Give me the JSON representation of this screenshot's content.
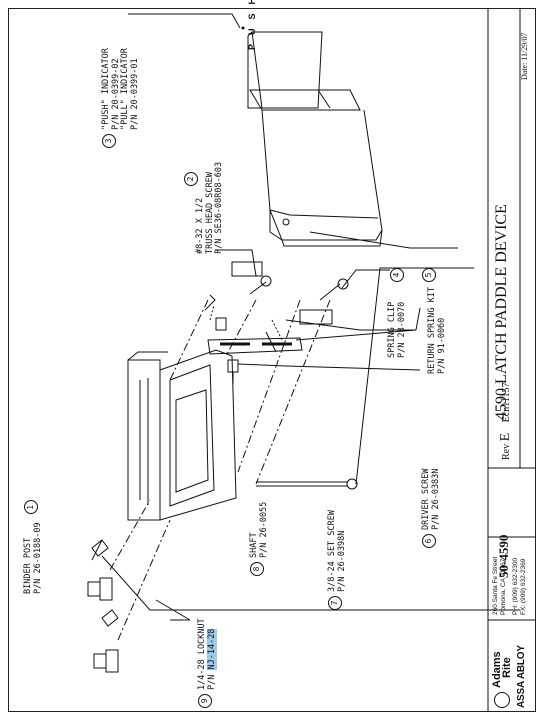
{
  "title_block": {
    "title": "4590 LATCH PADDLE DEVICE",
    "part_number": "50-4590",
    "rev_label": "Rev",
    "rev": "E",
    "ecn": "Ecn11157",
    "date": "Date: 11/29/07",
    "company_name_1": "Adams",
    "company_name_2": "Rite",
    "parent_brand": "ASSA ABLOY",
    "address_line1": "260 Santa Fe Street",
    "address_line2": "Pomona, CA 91767",
    "phone": "PH: (909) 632-2300",
    "fax": "FX: (909) 632-2369"
  },
  "callouts": {
    "c1": {
      "num": "1",
      "line1": "BINDER POST",
      "line2": "P/N 26-0188-09"
    },
    "c2": {
      "num": "2",
      "line1": "#8-32 X 1/2",
      "line2": "TRUSS HEAD SCREW",
      "line3": "P/N SE36-08R08-603"
    },
    "c3": {
      "num": "3",
      "line1": "\"PUSH\" INDICATOR",
      "line2": "P/N 20-0399-02",
      "line3": "\"PULL\" INDICATOR",
      "line4": "P/N 20-0399-01"
    },
    "c4": {
      "num": "4",
      "line1": "SPRING CLIP",
      "line2": "P/N 28-0070"
    },
    "c5": {
      "num": "5",
      "line1": "RETURN SPRING KIT",
      "line2": "P/N 91-0060"
    },
    "c6": {
      "num": "6",
      "line1": "DRIVER SCREW",
      "line2": "P/N 26-0383N"
    },
    "c7": {
      "num": "7",
      "line1": "3/8-24 SET SCREW",
      "line2": "P/N 26-0398N"
    },
    "c8": {
      "num": "8",
      "line1": "SHAFT",
      "line2": "P/N 26-0055"
    },
    "c9": {
      "num": "9",
      "line1": "1/4-28 LOCKNUT",
      "line2_prefix": "P/N ",
      "line2_highlight": "NJ-14-28"
    }
  },
  "indicator_letters": [
    "P",
    "U",
    "S",
    "H"
  ],
  "colors": {
    "ink": "#111111",
    "highlight": "#9ecbe8"
  }
}
